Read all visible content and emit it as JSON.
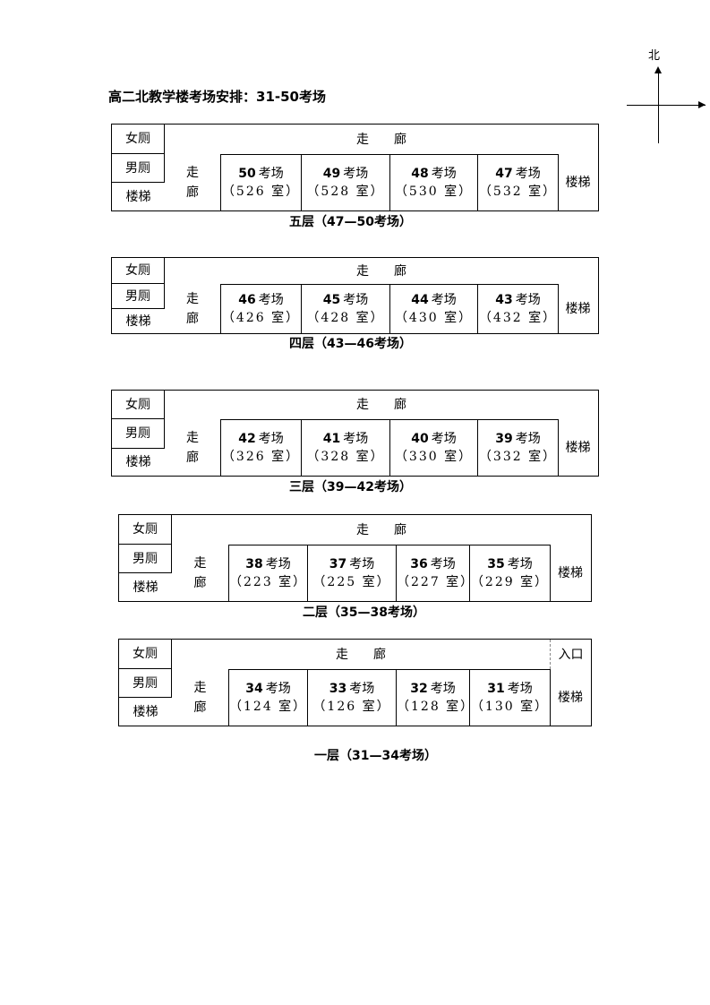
{
  "title": "高二北教学楼考场安排：31-50考场",
  "compass": {
    "north": "北"
  },
  "labels": {
    "female_toilet": "女厕",
    "male_toilet": "男厕",
    "stairs": "楼梯",
    "corridor": "走　　廊",
    "corridor_vertical": "走廊",
    "entrance": "入口",
    "exam_suffix": "考场"
  },
  "floors": [
    {
      "caption": "五层（47—50考场）",
      "rooms": [
        {
          "num": "50",
          "room": "（526 室）"
        },
        {
          "num": "49",
          "room": "（528 室）"
        },
        {
          "num": "48",
          "room": "（530 室）"
        },
        {
          "num": "47",
          "room": "（532 室）"
        }
      ]
    },
    {
      "caption": "四层（43—46考场）",
      "rooms": [
        {
          "num": "46",
          "room": "（426 室）"
        },
        {
          "num": "45",
          "room": "（428 室）"
        },
        {
          "num": "44",
          "room": "（430 室）"
        },
        {
          "num": "43",
          "room": "（432 室）"
        }
      ]
    },
    {
      "caption": "三层（39—42考场）",
      "rooms": [
        {
          "num": "42",
          "room": "（326 室）"
        },
        {
          "num": "41",
          "room": "（328 室）"
        },
        {
          "num": "40",
          "room": "（330 室）"
        },
        {
          "num": "39",
          "room": "（332 室）"
        }
      ]
    },
    {
      "caption": "二层（35—38考场）",
      "rooms": [
        {
          "num": "38",
          "room": "（223 室）"
        },
        {
          "num": "37",
          "room": "（225 室）"
        },
        {
          "num": "36",
          "room": "（227 室）"
        },
        {
          "num": "35",
          "room": "（229 室）"
        }
      ]
    },
    {
      "caption": "一层（31—34考场）",
      "rooms": [
        {
          "num": "34",
          "room": "（124 室）"
        },
        {
          "num": "33",
          "room": "（126 室）"
        },
        {
          "num": "32",
          "room": "（128 室）"
        },
        {
          "num": "31",
          "room": "（130 室）"
        }
      ]
    }
  ]
}
